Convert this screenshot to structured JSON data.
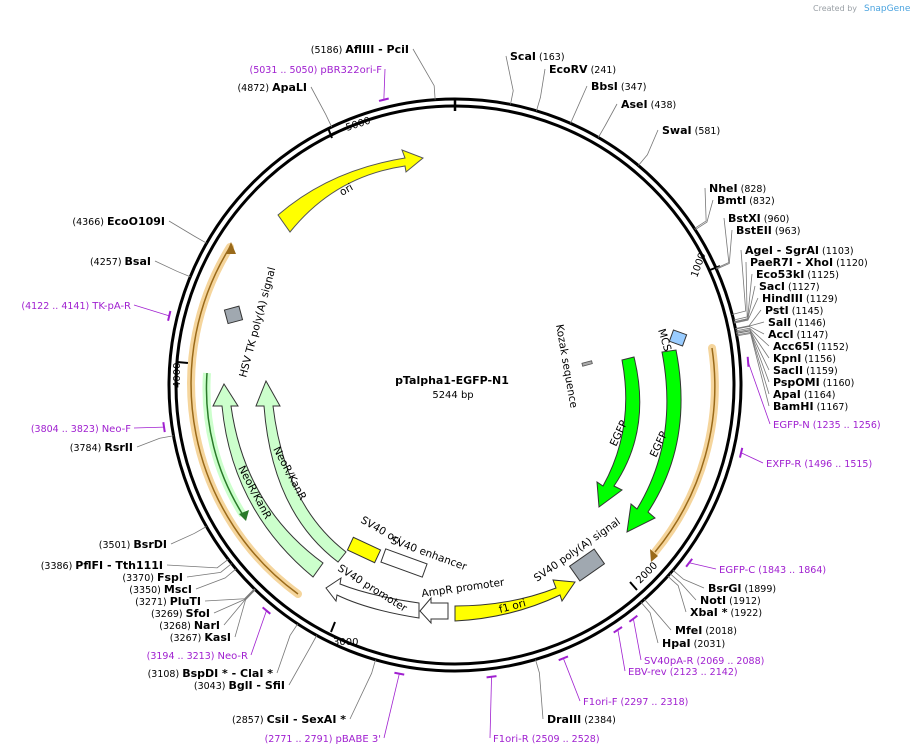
{
  "credit": {
    "prefix": "Created by",
    "brand": "SnapGene"
  },
  "plasmid": {
    "name": "pTalpha1-EGFP-N1",
    "size": "5244 bp"
  },
  "ticks": [
    "1000",
    "2000",
    "3000",
    "4000",
    "5000"
  ],
  "features": {
    "ori": "ori",
    "mcs": "MCS",
    "kozak": "Kozak sequence",
    "egfp1": "EGFP",
    "egfp2": "EGFP",
    "sv40_polya": "SV40 poly(A) signal",
    "f1_ori": "f1 ori",
    "ampr_promoter": "AmpR promoter",
    "sv40_promoter": "SV40 promoter",
    "sv40_enhancer": "SV40 enhancer",
    "sv40_ori": "SV40 ori",
    "neor1": "NeoR/KanR",
    "neor2": "NeoR/KanR",
    "hsv_tk": "HSV TK poly(A) signal"
  },
  "enzymes": [
    {
      "pos": "(5186)",
      "name": "AflIII",
      "suffix": "- PciI"
    },
    {
      "pos": "(4872)",
      "name": "ApaLI"
    },
    {
      "pos": "(4366)",
      "name": "EcoO109I"
    },
    {
      "pos": "(4257)",
      "name": "BsaI"
    },
    {
      "pos": "(3784)",
      "name": "RsrII"
    },
    {
      "pos": "(3501)",
      "name": "BsrDI"
    },
    {
      "pos": "(3386)",
      "name": "PflFI",
      "suffix": "- Tth111I"
    },
    {
      "pos": "(3370)",
      "name": "FspI"
    },
    {
      "pos": "(3350)",
      "name": "MscI"
    },
    {
      "pos": "(3271)",
      "name": "PluTI"
    },
    {
      "pos": "(3269)",
      "name": "SfoI"
    },
    {
      "pos": "(3268)",
      "name": "NarI"
    },
    {
      "pos": "(3267)",
      "name": "KasI"
    },
    {
      "pos": "(3108)",
      "name": "BspDI *",
      "suffix": "- ClaI *"
    },
    {
      "pos": "(3043)",
      "name": "BglI",
      "suffix": "- SfiI"
    },
    {
      "pos": "(2857)",
      "name": "CsiI",
      "suffix": "- SexAI *"
    },
    {
      "pos": "(2384)",
      "name": "DraIII"
    },
    {
      "pos": "(2031)",
      "name": "HpaI"
    },
    {
      "pos": "(2018)",
      "name": "MfeI"
    },
    {
      "pos": "(1922)",
      "name": "XbaI *"
    },
    {
      "pos": "(1912)",
      "name": "NotI"
    },
    {
      "pos": "(1899)",
      "name": "BsrGI"
    },
    {
      "pos": "(1167)",
      "name": "BamHI"
    },
    {
      "pos": "(1164)",
      "name": "ApaI"
    },
    {
      "pos": "(1160)",
      "name": "PspOMI"
    },
    {
      "pos": "(1159)",
      "name": "SacII"
    },
    {
      "pos": "(1156)",
      "name": "KpnI"
    },
    {
      "pos": "(1152)",
      "name": "Acc65I"
    },
    {
      "pos": "(1147)",
      "name": "AccI"
    },
    {
      "pos": "(1146)",
      "name": "SalI"
    },
    {
      "pos": "(1145)",
      "name": "PstI"
    },
    {
      "pos": "(1129)",
      "name": "HindIII"
    },
    {
      "pos": "(1127)",
      "name": "SacI"
    },
    {
      "pos": "(1125)",
      "name": "Eco53kI"
    },
    {
      "pos": "(1120)",
      "name": "PaeR7I",
      "suffix": "- XhoI"
    },
    {
      "pos": "(1103)",
      "name": "AgeI",
      "suffix": "- SgrAI"
    },
    {
      "pos": "(963)",
      "name": "BstEII"
    },
    {
      "pos": "(960)",
      "name": "BstXI"
    },
    {
      "pos": "(832)",
      "name": "BmtI"
    },
    {
      "pos": "(828)",
      "name": "NheI"
    },
    {
      "pos": "(581)",
      "name": "SwaI"
    },
    {
      "pos": "(438)",
      "name": "AseI"
    },
    {
      "pos": "(347)",
      "name": "BbsI"
    },
    {
      "pos": "(241)",
      "name": "EcoRV"
    },
    {
      "pos": "(163)",
      "name": "ScaI"
    }
  ],
  "primers": [
    {
      "name": "pBR322ori-F",
      "pos": "(5031 .. 5050)"
    },
    {
      "name": "TK-pA-R",
      "pos": "(4122 .. 4141)"
    },
    {
      "name": "Neo-F",
      "pos": "(3804 .. 3823)"
    },
    {
      "name": "Neo-R",
      "pos": "(3194 .. 3213)"
    },
    {
      "name": "pBABE 3'",
      "pos": "(2771 .. 2791)"
    },
    {
      "name": "F1ori-R",
      "pos": "(2509 .. 2528)"
    },
    {
      "name": "F1ori-F",
      "pos": "(2297 .. 2318)"
    },
    {
      "name": "EBV-rev",
      "pos": "(2123 .. 2142)"
    },
    {
      "name": "SV40pA-R",
      "pos": "(2069 .. 2088)"
    },
    {
      "name": "EGFP-C",
      "pos": "(1843 .. 1864)"
    },
    {
      "name": "EXFP-R",
      "pos": "(1496 .. 1515)"
    },
    {
      "name": "EGFP-N",
      "pos": "(1235 .. 1256)"
    }
  ],
  "colors": {
    "ori": "#ffff00",
    "cds": "#00ff00",
    "neo": "#ccffcc",
    "mcs": "#99ccff",
    "polya": "#a0a8b0",
    "promoter": "#ffffff",
    "orf": "#f5d59c",
    "primer": "#a020d0"
  }
}
